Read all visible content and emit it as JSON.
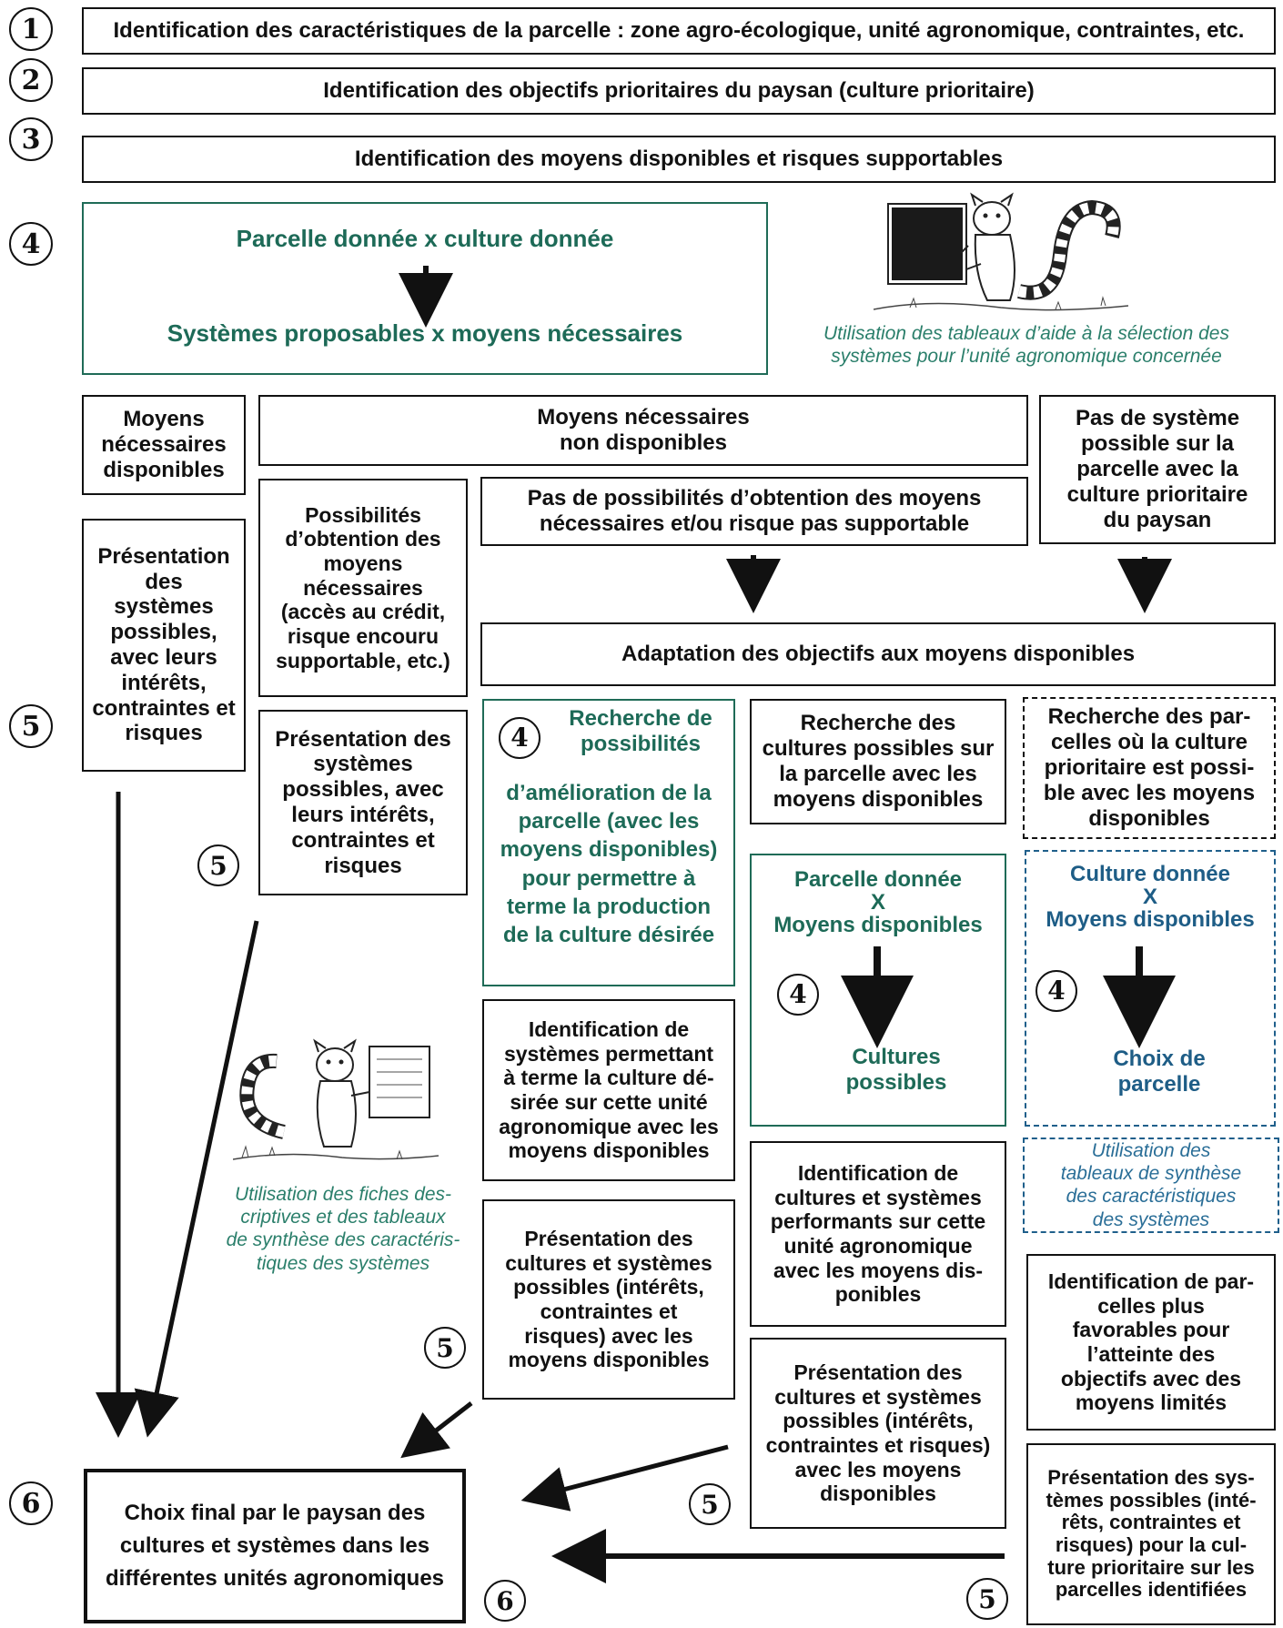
{
  "steps": {
    "s1": "Identification des caractéristiques de la parcelle : zone agro-écologique, unité agronomique, contraintes, etc.",
    "s2": "Identification des objectifs prioritaires du paysan (culture prioritaire)",
    "s3": "Identification des moyens disponibles et risques supportables"
  },
  "step4": {
    "top": "Parcelle donnée x culture donnée",
    "bottom": "Systèmes proposables x moyens nécessaires"
  },
  "captions": {
    "tableaux_aide": "Utilisation des tableaux d’aide à la sélection des\nsystèmes pour l’unité agronomique concernée",
    "fiches": "Utilisation des fiches des-\ncriptives et des tableaux\nde synthèse des caractéris-\ntiques des systèmes",
    "synthese": "Utilisation des\ntableaux de synthèse\ndes caractéristiques\ndes systèmes"
  },
  "boxes": {
    "moyens_dispo": "Moyens\nnécessaires\ndisponibles",
    "moyens_non_dispo": "Moyens nécessaires\nnon disponibles",
    "pas_systeme": "Pas de système\npossible sur la\nparcelle avec la\nculture prioritaire\ndu paysan",
    "presentation_1": "Présentation\ndes\nsystèmes\npossibles,\navec leurs\nintérêts,\ncontraintes et\nrisques",
    "possibilites": "Possibilités\nd’obtention des\nmoyens\nnécessaires\n(accès au crédit,\nrisque encouru\nsupportable, etc.)",
    "pas_possibilites": "Pas de possibilités d’obtention des moyens\nnécessaires et/ou risque pas supportable",
    "adaptation": "Adaptation des objectifs aux moyens disponibles",
    "presentation_2": "Présentation des\nsystèmes\npossibles, avec\nleurs intérêts,\ncontraintes et\nrisques",
    "recherche_amelioration_head": "Recherche de\npossibilités",
    "recherche_amelioration_body": "d’amélioration de la\nparcelle (avec les\nmoyens disponibles)\npour permettre à\nterme la production\nde la culture désirée",
    "recherche_cultures": "Recherche des\ncultures possibles sur\nla parcelle avec les\nmoyens disponibles",
    "recherche_parcelles": "Recherche des par-\ncelles où la culture\nprioritaire est possi-\nble avec les moyens\ndisponibles",
    "parcelle_donnee": "Parcelle donnée\nX\nMoyens disponibles",
    "cultures_possibles": "Cultures\npossibles",
    "culture_donnee": "Culture donnée\nX\nMoyens disponibles",
    "choix_parcelle": "Choix de\nparcelle",
    "identification_systemes": "Identification de\nsystèmes permettant\nà terme la culture dé-\nsirée sur cette unité\nagronomique avec les\nmoyens disponibles",
    "identification_cultures": "Identification de\ncultures et systèmes\nperformants sur cette\nunité agronomique\navec les moyens dis-\nponibles",
    "identification_parcelles": "Identification de par-\ncelles plus\nfavorables pour\nl’atteinte des\nobjectifs avec des\nmoyens limités",
    "presentation_3": "Présentation des\ncultures et systèmes\npossibles (intérêts,\ncontraintes et\nrisques) avec les\nmoyens disponibles",
    "presentation_4": "Présentation des\ncultures et systèmes\npossibles (intérêts,\ncontraintes et risques)\navec les moyens\ndisponibles",
    "presentation_5": "Présentation des sys-\ntèmes possibles (inté-\nrêts, contraintes et\nrisques) pour la cul-\nture prioritaire sur les\nparcelles identifiées",
    "choix_final": "Choix final par le paysan des\ncultures et systèmes dans les\ndifférentes unités agronomiques"
  },
  "numbers": {
    "n1": "1",
    "n2": "2",
    "n3": "3",
    "n4": "4",
    "n5": "5",
    "n6": "6"
  },
  "colors": {
    "green": "#1d6a57",
    "blue": "#1e5d86",
    "black": "#111111"
  },
  "icons": [
    "lemur-blackboard-illustration",
    "lemur-whiteboard-illustration"
  ]
}
